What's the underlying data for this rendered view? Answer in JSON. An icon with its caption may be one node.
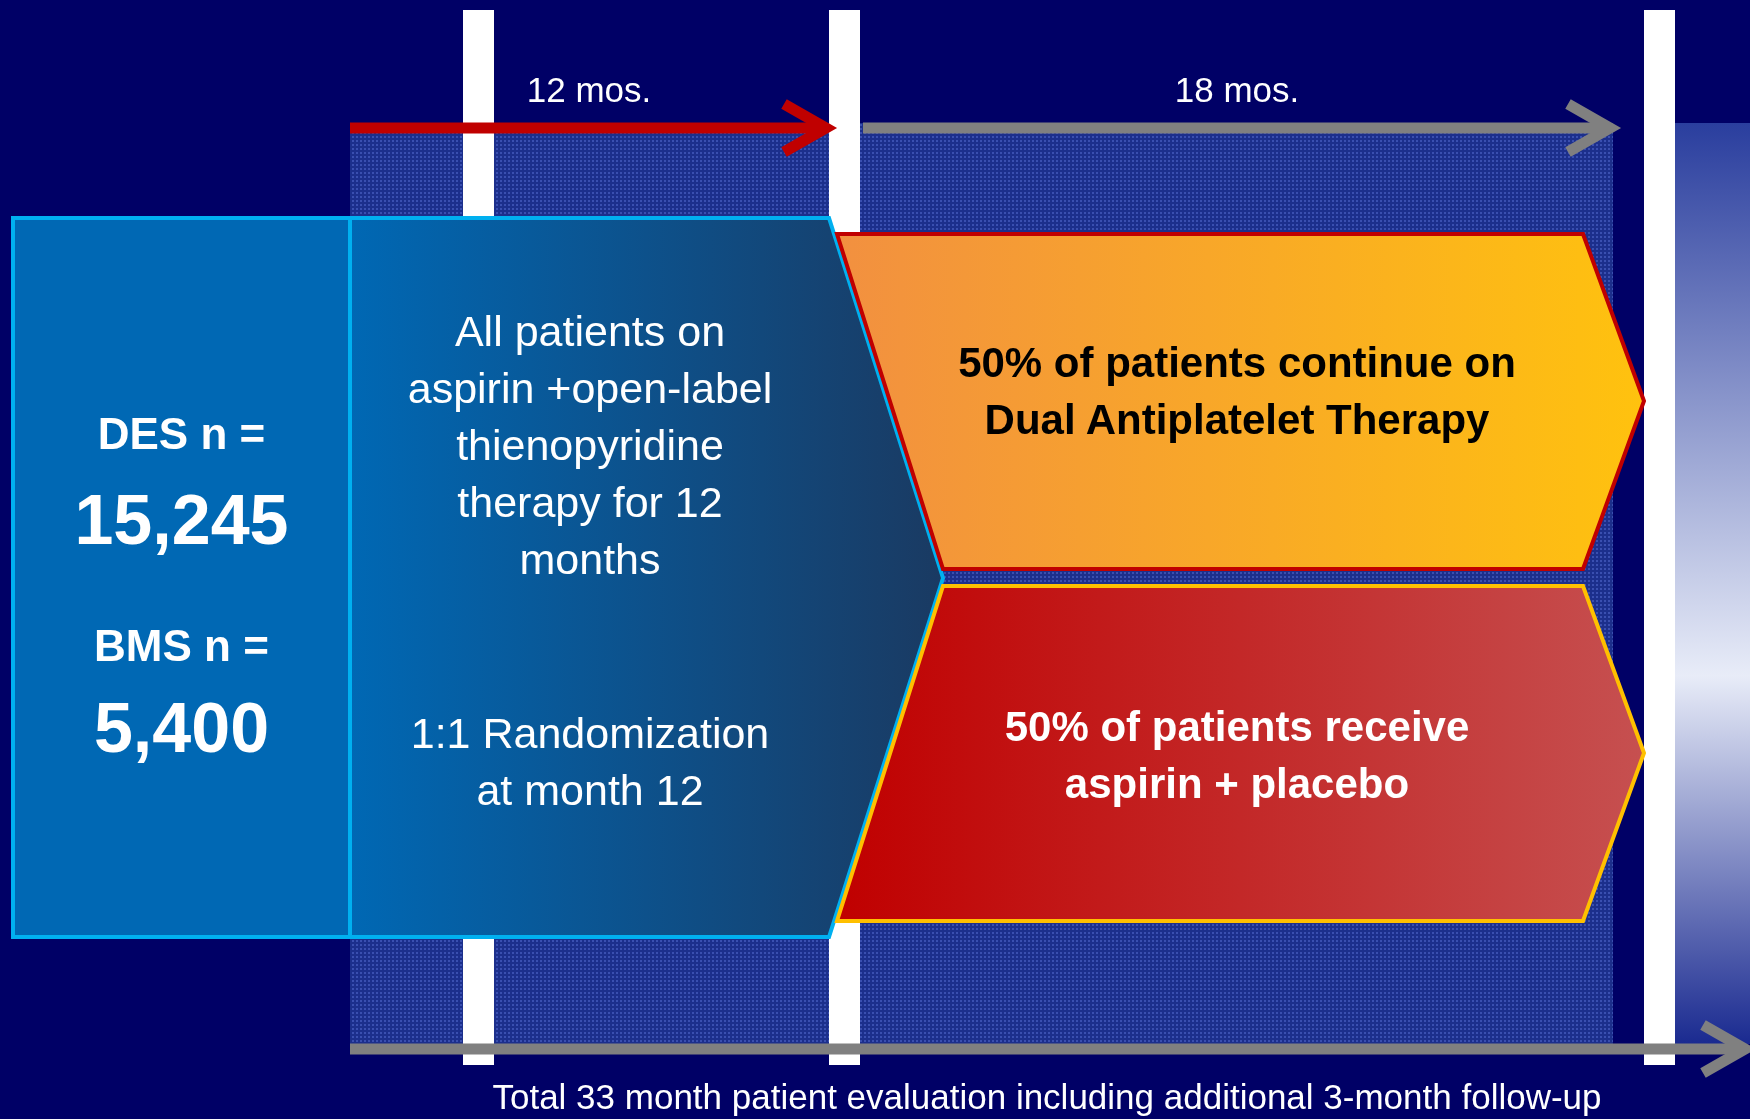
{
  "diagram": {
    "nodes": [
      {
        "text": [
          "DES n =",
          "15,245",
          "BMS n =",
          "5,400"
        ]
      },
      {
        "text": [
          "All patients on aspirin +open-label thienopyridine therapy for 12 months",
          "1:1 Randomization at month 12"
        ]
      },
      {
        "text": [
          "50% of patients continue on Dual Antiplatelet Therapy"
        ]
      },
      {
        "text": [
          "50% of patients receive aspirin + placebo"
        ]
      }
    ],
    "labels": [
      "12 mos.",
      "18 mos.",
      "Total 33 month patient evaluation including additional 3-month follow-up"
    ]
  }
}
